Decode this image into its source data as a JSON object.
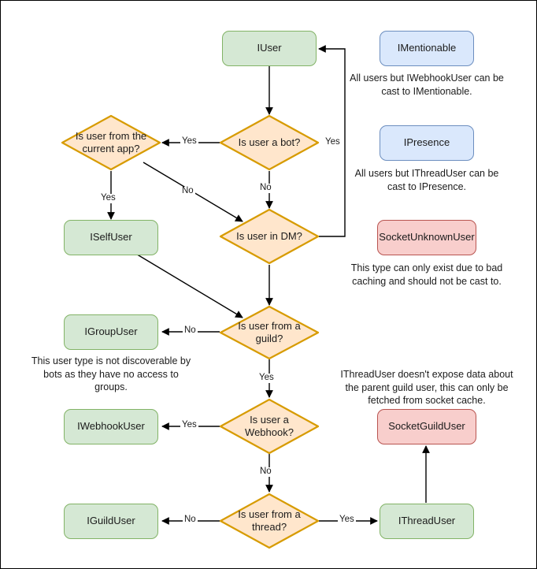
{
  "diagram": {
    "title": "Discord.Net user type resolution flowchart",
    "colors": {
      "green_fill": "#d5e8d4",
      "green_stroke": "#82b366",
      "blue_fill": "#dae8fc",
      "blue_stroke": "#6c8ebf",
      "red_fill": "#f8cecc",
      "red_stroke": "#b85450",
      "orange_fill": "#ffe6cc",
      "orange_stroke": "#d79b00",
      "edge_stroke": "#000000",
      "canvas_border": "#000000"
    },
    "nodes": {
      "iuser": "IUser",
      "is_bot": "Is user a bot?",
      "is_current_app": "Is user from the\ncurrent app?",
      "is_in_dm": "Is user in DM?",
      "iselfuser": "ISelfUser",
      "is_from_guild": "Is user from a\nguild?",
      "igroupuser": "IGroupUser",
      "is_webhook": "Is user a\nWebhook?",
      "iwebhookuser": "IWebhookUser",
      "is_from_thread": "Is user from a\nthread?",
      "iguilduser": "IGuildUser",
      "ithreaduser": "IThreadUser",
      "imentionable": "IMentionable",
      "ipresence": "IPresence",
      "socketunknownuser": "SocketUnknownUser",
      "socketguilduser": "SocketGuildUser"
    },
    "notes": {
      "mentionable": "All users but IWebhookUser can be cast to IMentionable.",
      "presence": "All users but IThreadUser can be cast to IPresence.",
      "unknown_user": "This type can only exist due to bad caching and should not be cast to.",
      "group_user": "This user type is not discoverable by bots as they have no access to groups.",
      "thread_user": "IThreadUser doesn't expose data about the parent guild user, this can only be fetched from socket cache."
    },
    "edge_labels": {
      "bot_yes": "Yes",
      "bot_no": "No",
      "dm_yes": "Yes",
      "app_yes": "Yes",
      "app_no": "No",
      "guild_no": "No",
      "guild_yes": "Yes",
      "webhook_yes": "Yes",
      "webhook_no": "No",
      "thread_no": "No",
      "thread_yes": "Yes"
    }
  }
}
